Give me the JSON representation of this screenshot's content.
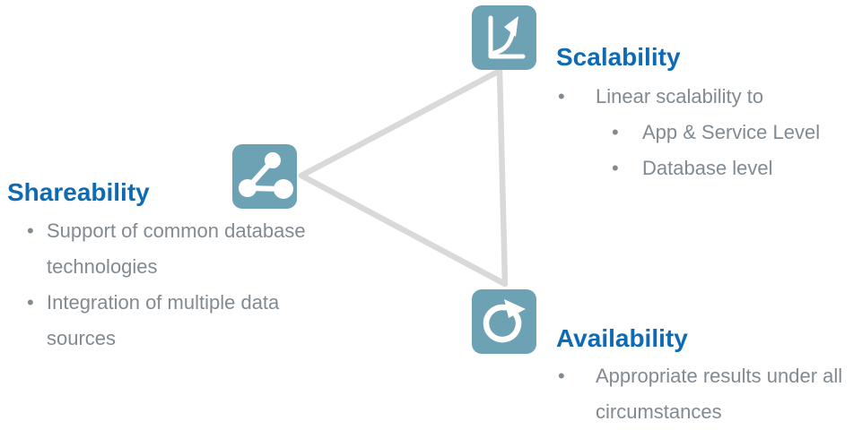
{
  "diagram": {
    "bullet_char": "•",
    "colors": {
      "title_blue": "#0F6AB4",
      "icon_teal": "#6DA2B4",
      "body_gray": "#828A91",
      "connector_gray": "#D9D9D9",
      "glyph_white": "#FFFFFF"
    },
    "connector": "triangle linking the three icons",
    "nodes": {
      "scalability": {
        "title": "Scalability",
        "icon": "growth-chart-icon",
        "bullets": [
          {
            "text": "Linear scalability to",
            "level": 1
          },
          {
            "text": "App & Service Level",
            "level": 2
          },
          {
            "text": "Database level",
            "level": 2
          }
        ]
      },
      "shareability": {
        "title": "Shareability",
        "icon": "share-nodes-icon",
        "bullets": [
          {
            "text": "Support of common database technologies",
            "level": 1
          },
          {
            "text": "Integration of multiple data sources",
            "level": 1
          }
        ]
      },
      "availability": {
        "title": "Availability",
        "icon": "refresh-arrow-icon",
        "bullets": [
          {
            "text": "Appropriate results under all circumstances",
            "level": 1
          }
        ]
      }
    }
  }
}
